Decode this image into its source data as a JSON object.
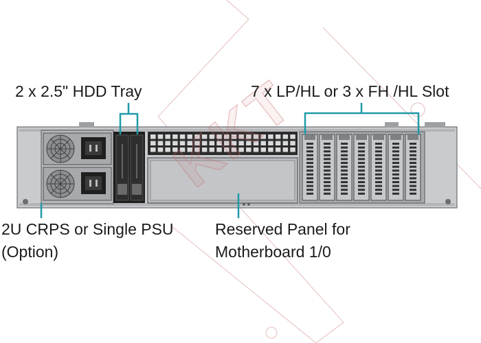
{
  "labels": {
    "hdd_tray": "2 x 2.5\" HDD Tray",
    "pcie_slots": "7 x LP/HL or 3 x FH /HL Slot",
    "psu_line1": "2U CRPS or Single PSU",
    "psu_line2": "(Option)",
    "panel_line1": "Reserved Panel for",
    "panel_line2": "Motherboard 1/0"
  },
  "watermark": "KKT",
  "colors": {
    "callout": "#1f9aa8",
    "chassis": "#c9cbcd",
    "dark": "#2a2a2a"
  },
  "icons": [
    "fan-icon",
    "power-socket-icon",
    "hdd-tray-icon",
    "pcie-slot-icon"
  ]
}
